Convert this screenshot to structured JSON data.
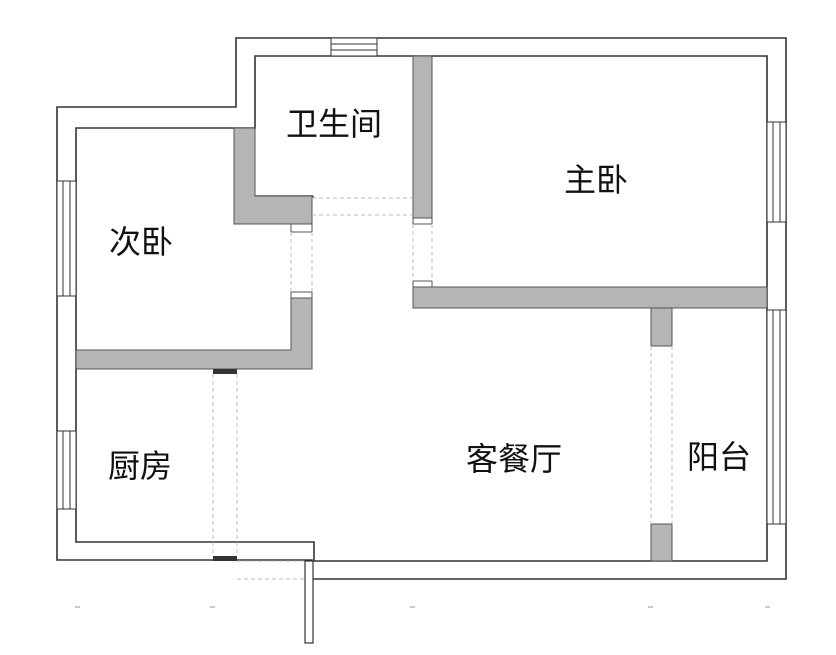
{
  "plan": {
    "rooms": [
      {
        "id": "bathroom",
        "label": "卫生间"
      },
      {
        "id": "master",
        "label": "主卧"
      },
      {
        "id": "second",
        "label": "次卧"
      },
      {
        "id": "kitchen",
        "label": "厨房"
      },
      {
        "id": "living-dining",
        "label": "客餐厅"
      },
      {
        "id": "balcony",
        "label": "阳台"
      }
    ],
    "colors": {
      "wall_outline": "#333333",
      "wall_fill": "#ffffff",
      "partition": "#b5b5b5",
      "partition_outline": "#555555",
      "opening_line": "#bbbbbb",
      "text": "#111111"
    }
  }
}
